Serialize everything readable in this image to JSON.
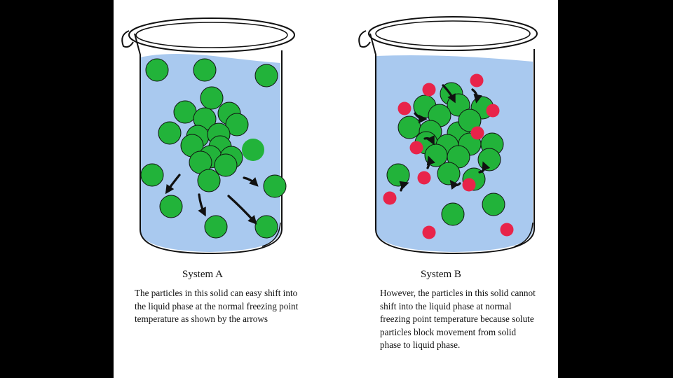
{
  "system_a": {
    "title": "System A",
    "description": "The particles in this solid can easy shift into the liquid phase at the normal freezing point temperature as shown by the arrows"
  },
  "system_b": {
    "title": "System B",
    "description": "However, the particles in this solid cannot shift into the liquid phase at normal freezing point temperature because solute particles block movement from solid phase to liquid phase."
  },
  "colors": {
    "background": "#000000",
    "slide": "#ffffff",
    "liquid": "#a9c9ef",
    "solvent_particle": "#22b33a",
    "solute_particle": "#e8244a",
    "arrow": "#111111"
  }
}
